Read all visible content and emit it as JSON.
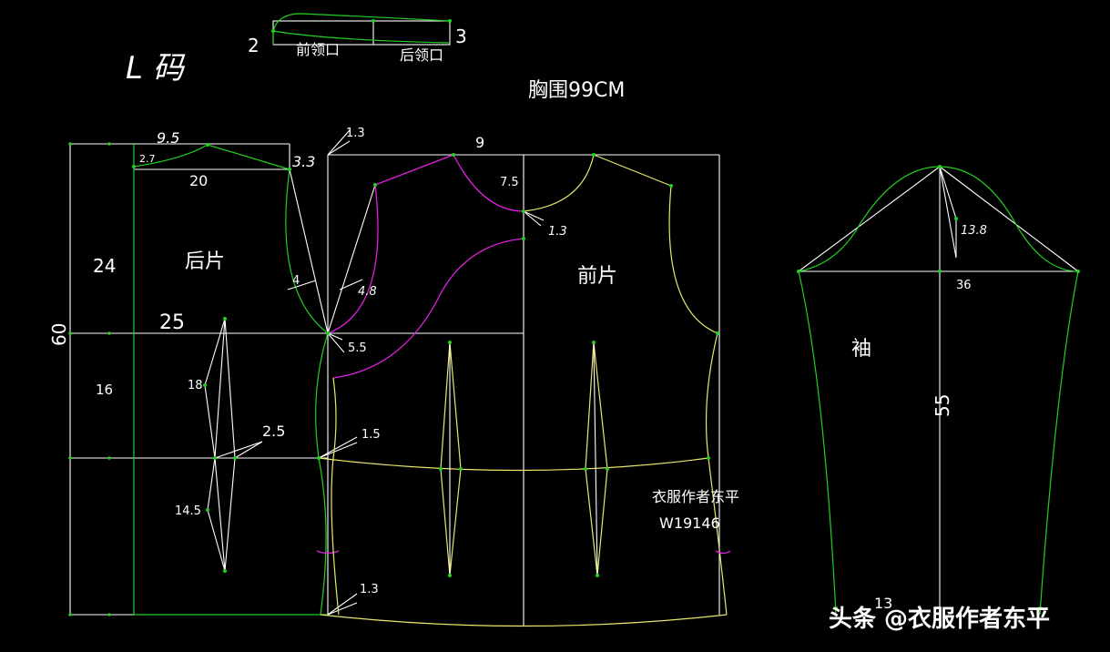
{
  "colors": {
    "background": "#000000",
    "construction_line": "#ffffff",
    "back_outline": "#22d022",
    "front_outline": "#e8e870",
    "facing_curve": "#e020e0"
  },
  "header": {
    "size_label": "L 码",
    "chest_label": "胸围99CM"
  },
  "collar": {
    "front_neck": "前领口",
    "back_neck": "后领口",
    "num_left": "2",
    "num_right": "3"
  },
  "back_piece": {
    "title": "后片",
    "m_9_5": "9.5",
    "m_2_7": "2.7",
    "m_20": "20",
    "m_3_3": "3.3",
    "m_24": "24",
    "m_60": "60",
    "m_25": "25",
    "m_16": "16",
    "m_18": "18",
    "m_2_5": "2.5",
    "m_14_5": "14.5",
    "m_4": "4"
  },
  "center": {
    "m_1_3_top": "1.3",
    "m_4_8": "4.8",
    "m_5_5": "5.5",
    "m_1_5": "1.5",
    "m_1_3_bottom": "1.3"
  },
  "front_piece": {
    "title": "前片",
    "m_9": "9",
    "m_7_5": "7.5",
    "m_1_3": "1.3",
    "author": "衣服作者东平",
    "code": "W19146"
  },
  "sleeve": {
    "title": "袖",
    "m_13_8": "13.8",
    "m_36": "36",
    "m_55": "55",
    "m_13": "13"
  },
  "watermark": {
    "text": "头条 @衣服作者东平"
  }
}
